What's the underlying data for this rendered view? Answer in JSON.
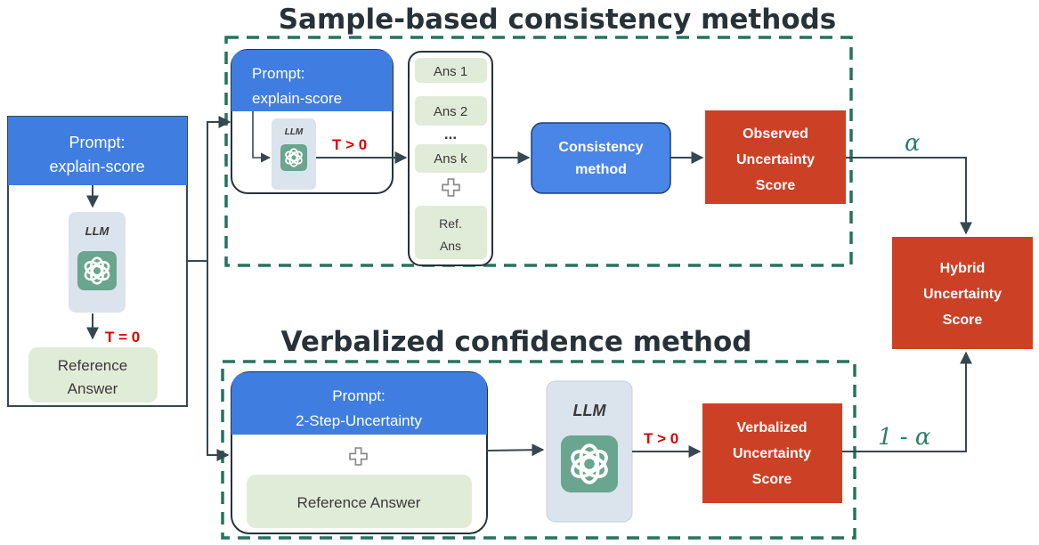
{
  "headings": {
    "sample_based": "Sample-based consistency methods",
    "verbalized": "Verbalized confidence method"
  },
  "left_panel": {
    "prompt_line1": "Prompt:",
    "prompt_line2": "explain-score",
    "llm_label": "LLM",
    "temperature": "T = 0",
    "reference_line1": "Reference",
    "reference_line2": "Answer"
  },
  "sample_panel": {
    "prompt_line1": "Prompt:",
    "prompt_line2": "explain-score",
    "llm_label": "LLM",
    "temperature": "T > 0",
    "answers": [
      "Ans 1",
      "Ans 2",
      "...",
      "Ans k"
    ],
    "ref_line1": "Ref.",
    "ref_line2": "Ans",
    "consistency_line1": "Consistency",
    "consistency_line2": "method",
    "observed_line1": "Observed",
    "observed_line2": "Uncertainty",
    "observed_line3": "Score",
    "weight": "α"
  },
  "verbal_panel": {
    "prompt_line1": "Prompt:",
    "prompt_line2": "2-Step-Uncertainty",
    "reference": "Reference Answer",
    "llm_label": "LLM",
    "temperature": "T > 0",
    "verbalized_line1": "Verbalized",
    "verbalized_line2": "Uncertainty",
    "verbalized_line3": "Score",
    "weight": "1 - α"
  },
  "hybrid": {
    "line1": "Hybrid",
    "line2": "Uncertainty",
    "line3": "Score"
  },
  "colors": {
    "prompt_blue": "#3f7ee0",
    "consistency_blue": "#4a86e8",
    "score_red": "#cc4125",
    "answer_green": "#e1ecd8",
    "dashed_green": "#26735d",
    "llm_gray": "#dbe3ec",
    "openai_green": "#6aa58f"
  },
  "icons": [
    "openai-logo-icon",
    "plus-icon",
    "arrow-icon"
  ]
}
